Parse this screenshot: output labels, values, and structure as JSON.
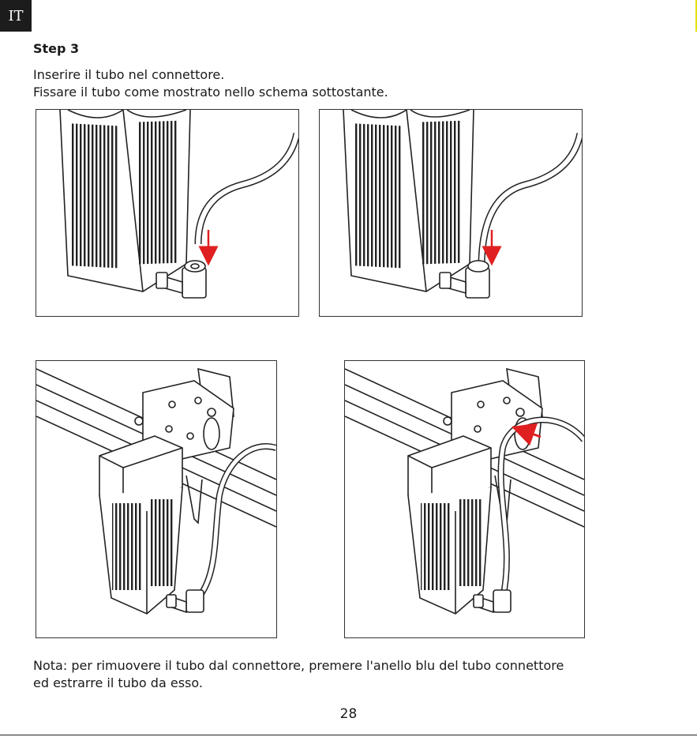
{
  "header": {
    "lang_code": "IT"
  },
  "step": {
    "title": "Step 3",
    "instruction_line1": "Inserire il tubo nel connettore.",
    "instruction_line2": "Fissare il tubo come mostrato nello schema sottostante."
  },
  "figures": [
    {
      "id": "insert-tube-before",
      "arrow_color": "#e02020"
    },
    {
      "id": "insert-tube-after",
      "arrow_color": "#e02020"
    },
    {
      "id": "tube-routing-mounted",
      "arrow_color": "#e02020"
    },
    {
      "id": "tube-routing-blue-ring",
      "arrow_color": "#e02020"
    }
  ],
  "note": {
    "line1": "Nota: per rimuovere il tubo dal connettore, premere l'anello blu del tubo connettore",
    "line2": "ed estrarre il tubo da esso."
  },
  "footer": {
    "page_number": "28"
  },
  "colors": {
    "text": "#1a1a1a",
    "tab_bg": "#1c1c1c",
    "accent_red": "#e02020"
  }
}
